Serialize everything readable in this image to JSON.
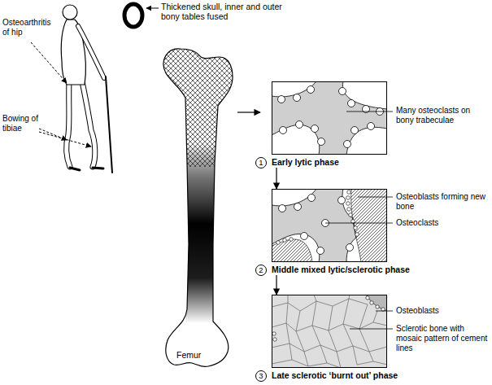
{
  "diagram": {
    "nodes": [
      {
        "text": [
          "Early lytic phase"
        ]
      },
      {
        "text": [
          "1"
        ]
      },
      {
        "text": [
          "Middle mixed lytic/sclerotic phase"
        ]
      },
      {
        "text": [
          "2"
        ]
      },
      {
        "text": [
          "Late sclerotic ‘burnt out’ phase"
        ]
      },
      {
        "text": [
          "3"
        ]
      }
    ],
    "edges": [
      {
        "from": 0,
        "to": 2,
        "arrow": "to"
      },
      {
        "from": 2,
        "to": 4,
        "arrow": "to"
      }
    ],
    "labels": [
      "Osteoarthritis of hip",
      "Bowing of tibiae",
      "Thickened skull, inner and outer bony tables fused",
      "Femur",
      "Many osteoclasts on bony trabeculae",
      "Osteoblasts forming new bone",
      "Osteoclasts",
      "Osteoblasts",
      "Sclerotic bone with mosaic pattern of cement lines"
    ]
  }
}
